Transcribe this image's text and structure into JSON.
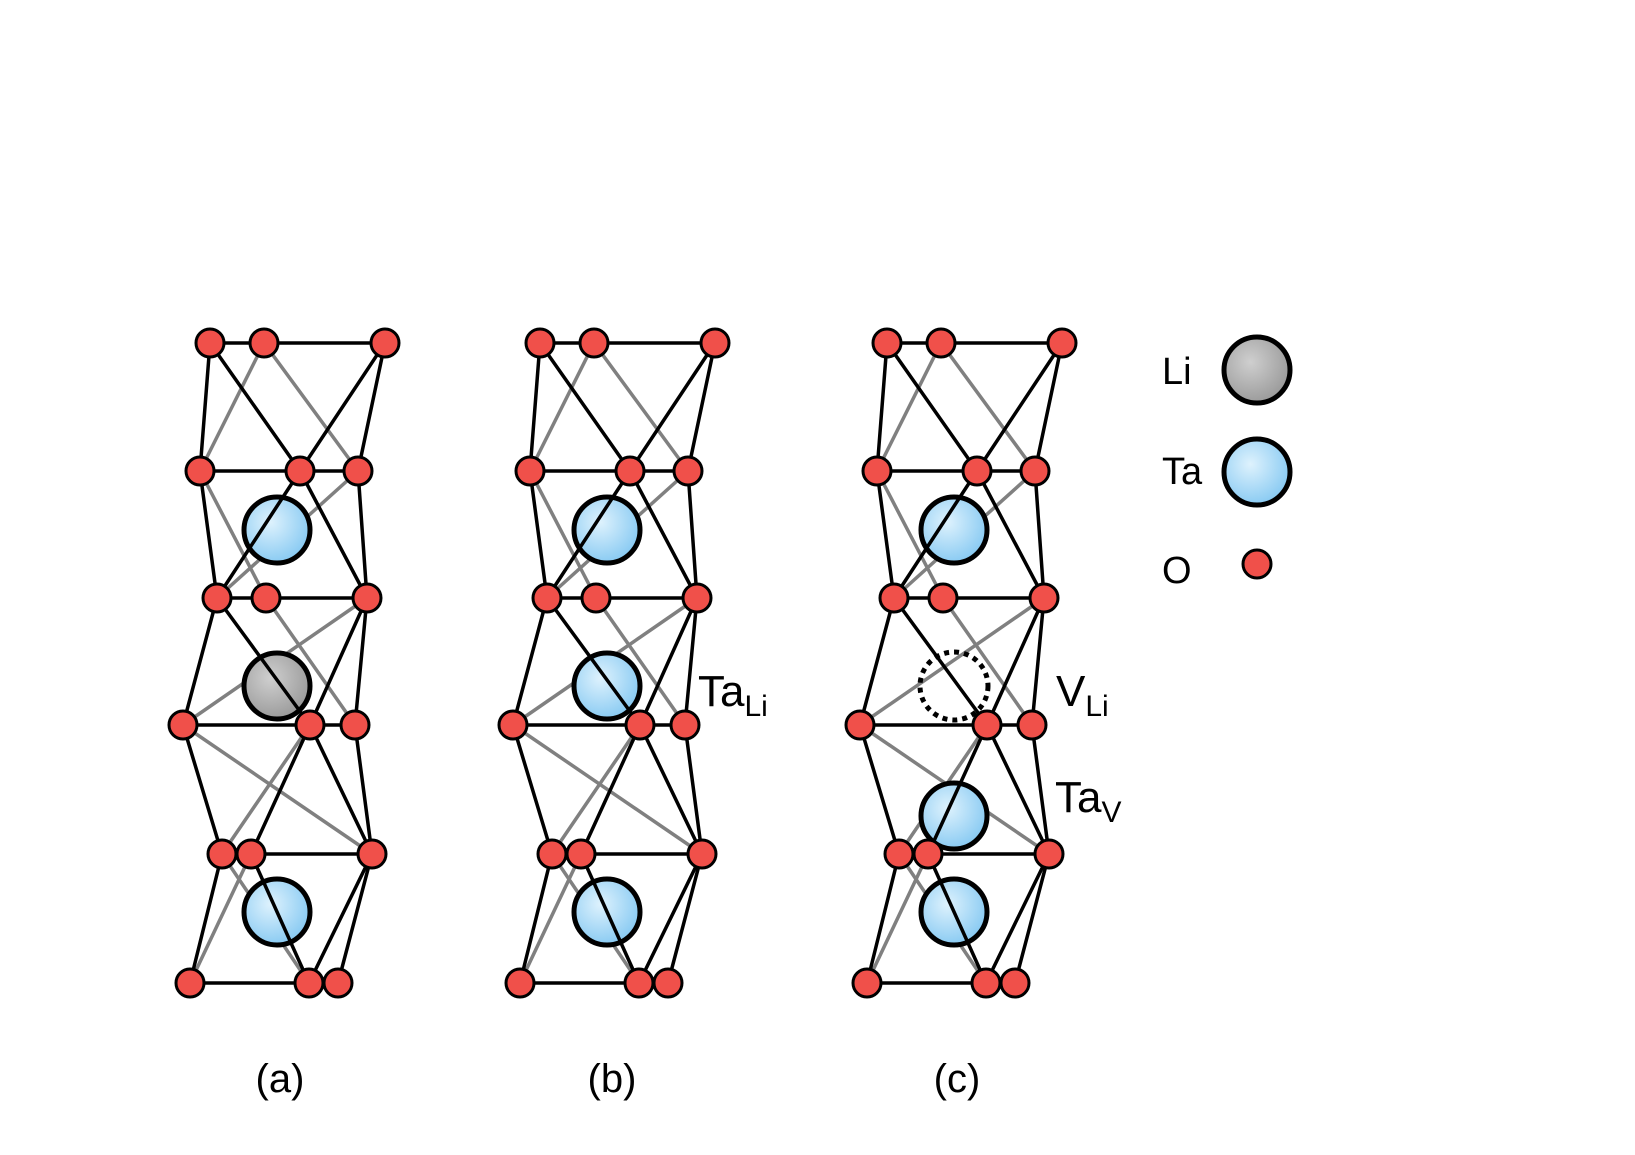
{
  "colors": {
    "background": "#ffffff",
    "bond_front": "#000000",
    "bond_back": "#808080",
    "oxygen": "#f0504a",
    "tantalum": "#8fcff5",
    "lithium": "#a3a3a3",
    "outline": "#000000"
  },
  "panels": [
    {
      "id": "a",
      "caption": "(a)",
      "central_site": "li"
    },
    {
      "id": "b",
      "caption": "(b)",
      "central_site": "ta",
      "defect_label": {
        "main": "Ta",
        "sub": "Li"
      }
    },
    {
      "id": "c",
      "caption": "(c)",
      "central_site": "vacancy",
      "defect_label": {
        "main": "V",
        "sub": "Li"
      },
      "defect_label_2": {
        "main": "Ta",
        "sub": "V"
      }
    }
  ],
  "legend": [
    {
      "label": "Li",
      "species": "li"
    },
    {
      "label": "Ta",
      "species": "ta"
    },
    {
      "label": "O",
      "species": "o"
    }
  ]
}
